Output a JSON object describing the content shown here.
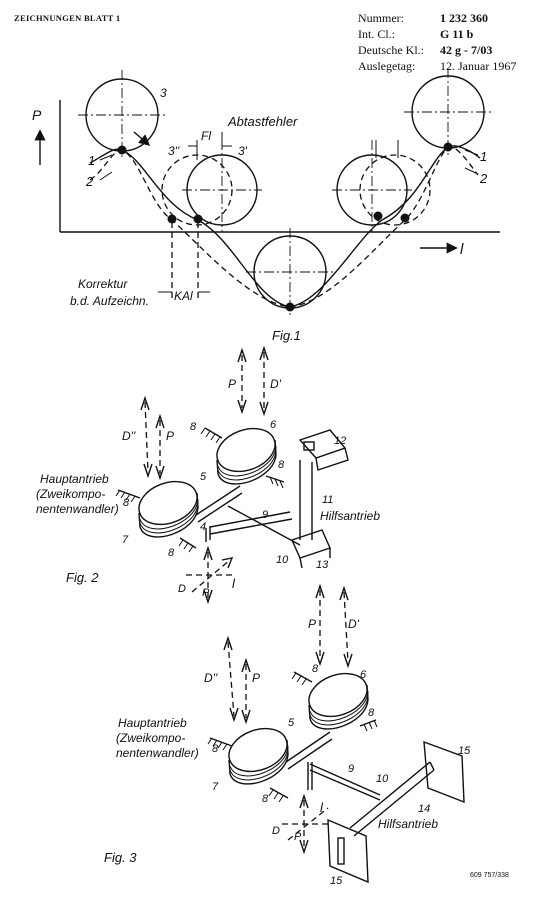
{
  "header": {
    "sheet": "ZEICHNUNGEN BLATT 1",
    "meta": [
      {
        "key": "Nummer:",
        "value": "1 232 360"
      },
      {
        "key": "Int. Cl.:",
        "value": "G 11 b"
      },
      {
        "key": "Deutsche Kl.:",
        "value": "42 g - 7/03"
      },
      {
        "key": "Auslegetag:",
        "value": "12. Januar 1967"
      }
    ]
  },
  "fig1": {
    "caption": "Fig.1",
    "axis_p": "P",
    "axis_l": "l",
    "label_abtastfehler": "Abtastfehler",
    "label_fl": "Fl",
    "label_3": "3",
    "label_3pp": "3''",
    "label_3p": "3'",
    "label_1_left": "1",
    "label_2_left": "2",
    "label_1_right": "1",
    "label_2_right": "2",
    "korrektur_1": "Korrektur",
    "korrektur_2": "b.d. Aufzeichn.",
    "label_ka": "KAl"
  },
  "fig2": {
    "caption": "Fig. 2",
    "hauptantrieb_1": "Hauptantrieb",
    "hauptantrieb_2": "(Zweikompo-",
    "hauptantrieb_3": "nentenwandler)",
    "hilfsantrieb": "Hilfsantrieb",
    "labels": {
      "p_top": "P",
      "d_top": "D'",
      "d2": "D''",
      "p2": "P",
      "n6": "6",
      "n5": "5",
      "n8a": "8",
      "n8b": "8",
      "n8c": "8",
      "n7": "7",
      "n4": "4",
      "n9": "9",
      "n10": "10",
      "n11": "11",
      "n12": "12",
      "n13": "13",
      "d_bot": "D",
      "p_bot": "P",
      "l_bot": "l"
    }
  },
  "fig3": {
    "caption": "Fig. 3",
    "hauptantrieb_1": "Hauptantrieb",
    "hauptantrieb_2": "(Zweikompo-",
    "hauptantrieb_3": "nentenwandler)",
    "hilfsantrieb": "Hilfsantrieb",
    "labels": {
      "p_top": "P",
      "d_top": "D'",
      "d2": "D''",
      "p2": "P",
      "n6": "6",
      "n5": "5",
      "n8a": "8",
      "n8b": "8",
      "n8c": "8",
      "n7": "7",
      "n9": "9",
      "n10": "10",
      "n14": "14",
      "n15a": "15",
      "n15b": "15",
      "d_bot": "D",
      "p_bot": "P",
      "l_bot": "l"
    }
  },
  "footer": "609 757/338"
}
